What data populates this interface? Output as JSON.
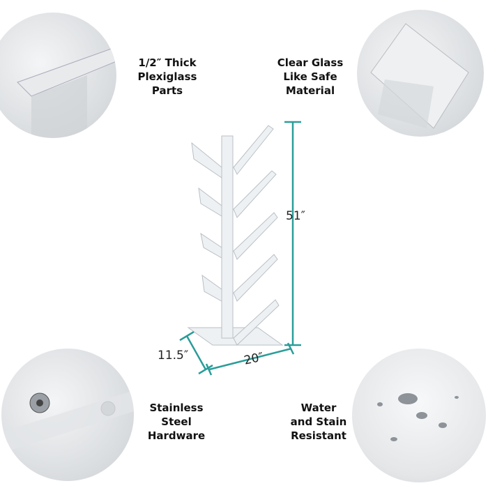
{
  "features": [
    {
      "lines": [
        "1/2″ Thick",
        "Plexiglass",
        "Parts"
      ]
    },
    {
      "lines": [
        "Clear Glass",
        "Like Safe",
        "Material"
      ]
    },
    {
      "lines": [
        "Stainless",
        "Steel",
        "Hardware"
      ]
    },
    {
      "lines": [
        "Water",
        "and Stain",
        "Resistant"
      ]
    }
  ],
  "dimensions": {
    "height": "51″",
    "depth": "11.5″",
    "width": "20″"
  },
  "colors": {
    "accent": "#2a9d99"
  }
}
